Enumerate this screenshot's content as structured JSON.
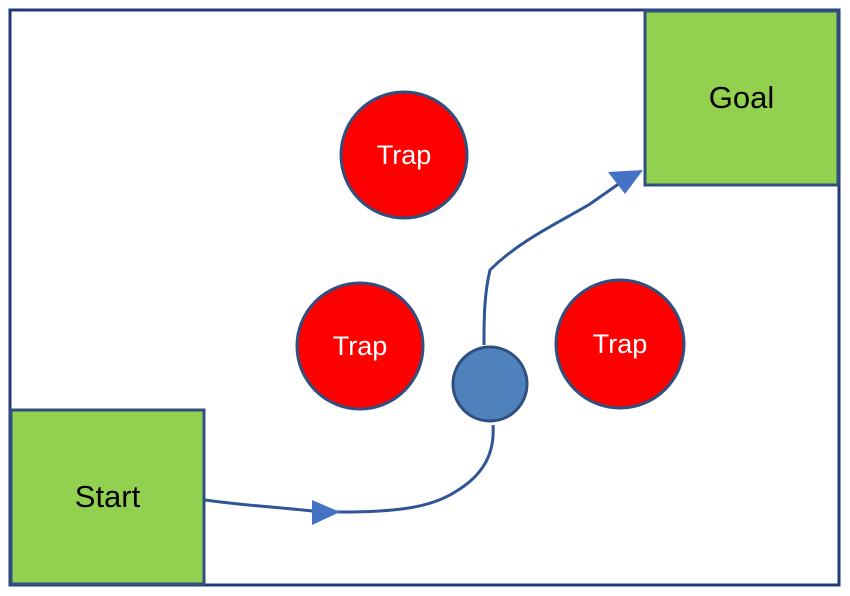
{
  "colors": {
    "frame": "#1f3c78",
    "box_fill": "#92d050",
    "box_border": "#2f4f7f",
    "trap_fill": "#ff0000",
    "trap_border": "#2f4f7f",
    "agent_fill": "#4f81bd",
    "agent_border": "#2f4f7f",
    "path": "#2f5597",
    "arrow": "#4472c4"
  },
  "icons": {
    "agent": "circle-agent-icon",
    "path_arrow": "triangle-arrow-icon"
  },
  "start": {
    "label": "Start"
  },
  "goal": {
    "label": "Goal"
  },
  "traps": [
    {
      "label": "Trap"
    },
    {
      "label": "Trap"
    },
    {
      "label": "Trap"
    }
  ]
}
